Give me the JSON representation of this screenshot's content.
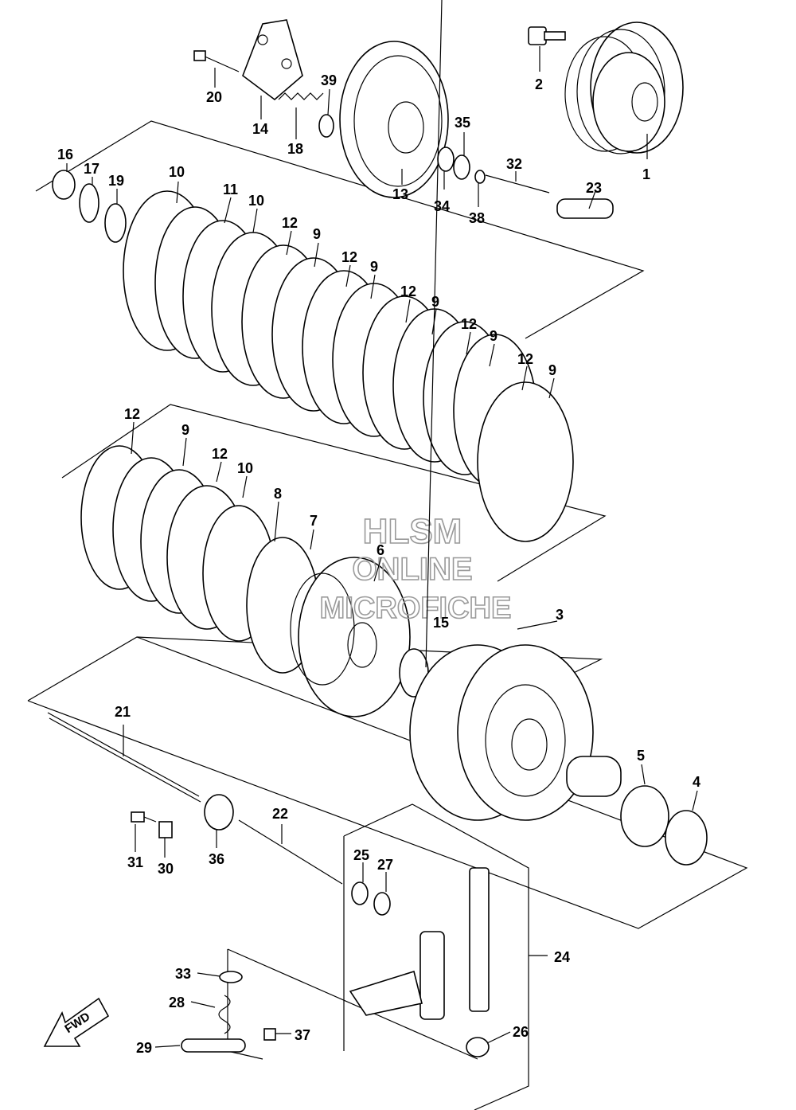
{
  "watermark": {
    "line1": "HLSM",
    "line2": "ONLINE",
    "line3": "MICROFICHE"
  },
  "fwd_label": "FWD",
  "callouts": [
    "1",
    "2",
    "3",
    "4",
    "5",
    "6",
    "7",
    "8",
    "9",
    "10",
    "11",
    "12",
    "13",
    "14",
    "15",
    "16",
    "17",
    "18",
    "19",
    "20",
    "21",
    "22",
    "23",
    "24",
    "25",
    "26",
    "27",
    "28",
    "29",
    "30",
    "31",
    "32",
    "33",
    "34",
    "35",
    "36",
    "37",
    "38",
    "39"
  ]
}
